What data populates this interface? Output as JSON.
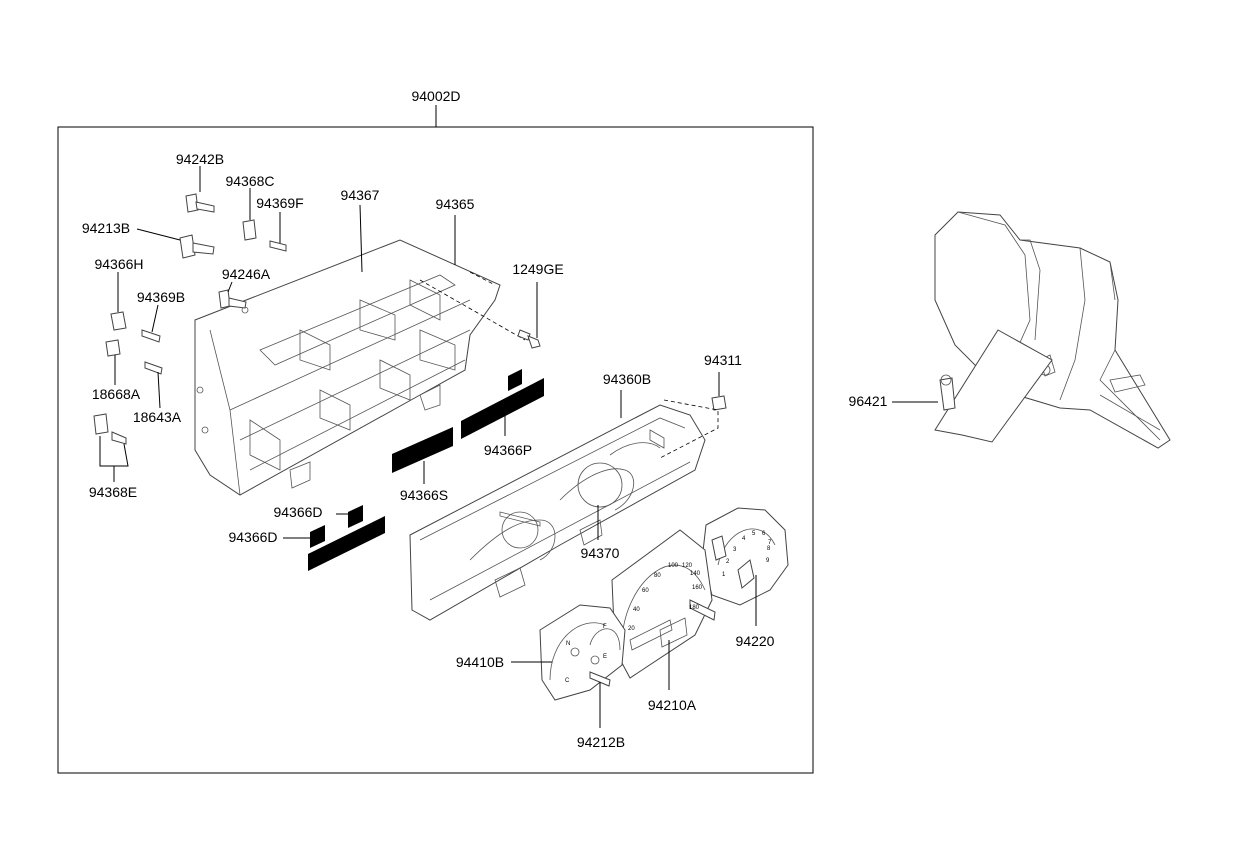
{
  "diagram": {
    "labels": {
      "assembly": "94002D",
      "p94242B": "94242B",
      "p94368C": "94368C",
      "p94369F": "94369F",
      "p94367": "94367",
      "p94365": "94365",
      "p94213B": "94213B",
      "p94366H": "94366H",
      "p94246A": "94246A",
      "p1249GE": "1249GE",
      "p94369B": "94369B",
      "p18668A": "18668A",
      "p18643A": "18643A",
      "p94368E": "94368E",
      "p94311": "94311",
      "p94360B": "94360B",
      "p94366P": "94366P",
      "p94366S": "94366S",
      "p94366D_a": "94366D",
      "p94366D_b": "94366D",
      "p94370": "94370",
      "p94220": "94220",
      "p94410B": "94410B",
      "p94210A": "94210A",
      "p94212B": "94212B",
      "p96421": "96421"
    },
    "gauge_marks": {
      "speed": [
        "20",
        "40",
        "60",
        "80",
        "100",
        "120",
        "140",
        "160",
        "180"
      ],
      "tach": [
        "1",
        "2",
        "3",
        "4",
        "5",
        "6",
        "7",
        "8",
        "9"
      ],
      "fuel": [
        "F",
        "E"
      ],
      "temp": [
        "N",
        "C"
      ]
    }
  }
}
